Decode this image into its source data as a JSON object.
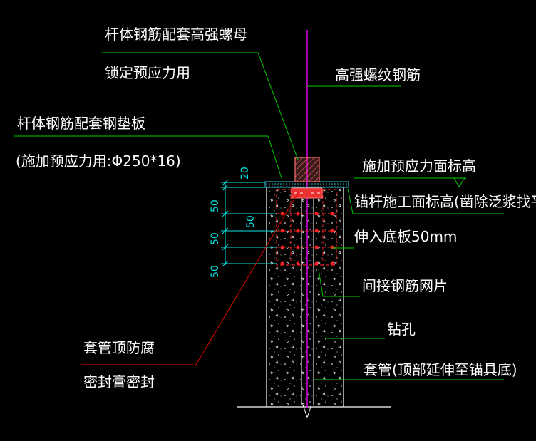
{
  "labels": {
    "nut_line1": "杆体钢筋配套高强螺母",
    "nut_line2": "锁定预应力用",
    "rebar": "高强螺纹钢筋",
    "plate_line1": "杆体钢筋配套钢垫板",
    "plate_line2": "(施加预应力用:Φ250*16)",
    "prestress_elev": "施加预应力面标高",
    "anchor_elev": "锚杆施工面标高(凿除泛浆找平)",
    "embed": "伸入底板50mm",
    "mesh": "间接钢筋网片",
    "borehole": "钻孔",
    "casing": "套管(顶部延伸至锚具底)",
    "seal_line1": "套管顶防腐",
    "seal_line2": "密封膏密封"
  },
  "dimensions": {
    "top": "20",
    "d1": "50",
    "d2": "50",
    "d3": "50",
    "d4": "50"
  },
  "colors": {
    "background": "#000000",
    "leader_green": "#00cc00",
    "leader_red": "#e00000",
    "rebar_magenta": "#e000e0",
    "dimension_cyan": "#00e5e5",
    "nut_fill": "#e07070",
    "concrete_white": "#dddddd"
  }
}
